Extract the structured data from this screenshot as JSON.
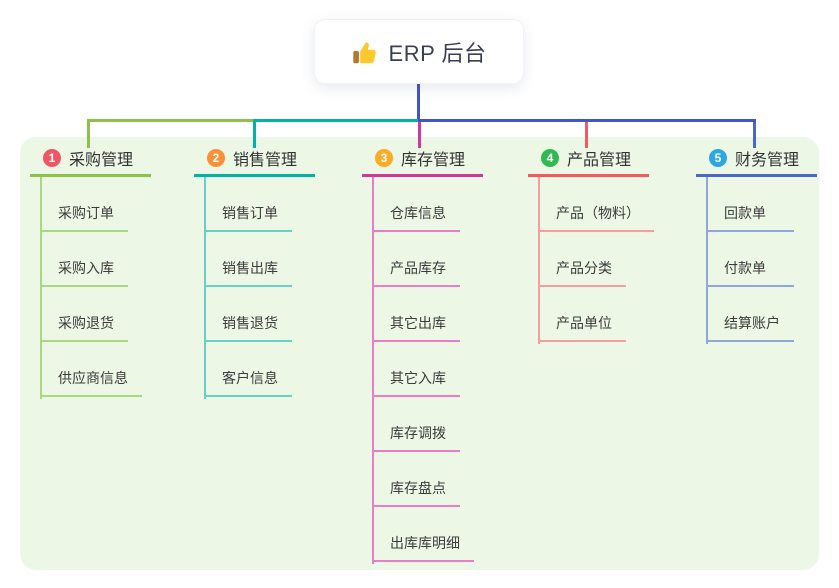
{
  "root": {
    "label": "ERP 后台",
    "icon": "thumbs-up-icon"
  },
  "connector_color": "#4154c8",
  "panel_bg": "#ecf7e6",
  "branches": [
    {
      "key": "purchase",
      "badge": "1",
      "label": "采购管理",
      "badge_color": "#ef5564",
      "line_color": "#8bc34a",
      "child_line_color": "#abd77f",
      "children": [
        "采购订单",
        "采购入库",
        "采购退货",
        "供应商信息"
      ]
    },
    {
      "key": "sales",
      "badge": "2",
      "label": "销售管理",
      "badge_color": "#fb9038",
      "line_color": "#00b3a6",
      "child_line_color": "#69d0c5",
      "children": [
        "销售订单",
        "销售出库",
        "销售退货",
        "客户信息"
      ]
    },
    {
      "key": "inventory",
      "badge": "3",
      "label": "库存管理",
      "badge_color": "#fcab26",
      "line_color": "#d2379c",
      "child_line_color": "#ea7ec6",
      "children": [
        "仓库信息",
        "产品库存",
        "其它出库",
        "其它入库",
        "库存调拨",
        "库存盘点",
        "出库库明细"
      ]
    },
    {
      "key": "product",
      "badge": "4",
      "label": "产品管理",
      "badge_color": "#32b953",
      "line_color": "#f15b5d",
      "child_line_color": "#f79d9f",
      "children": [
        "产品（物料）",
        "产品分类",
        "产品单位"
      ]
    },
    {
      "key": "finance",
      "badge": "5",
      "label": "财务管理",
      "badge_color": "#2ca7df",
      "line_color": "#4a68c6",
      "child_line_color": "#8ea8de",
      "children": [
        "回款单",
        "付款单",
        "结算账户"
      ]
    }
  ]
}
